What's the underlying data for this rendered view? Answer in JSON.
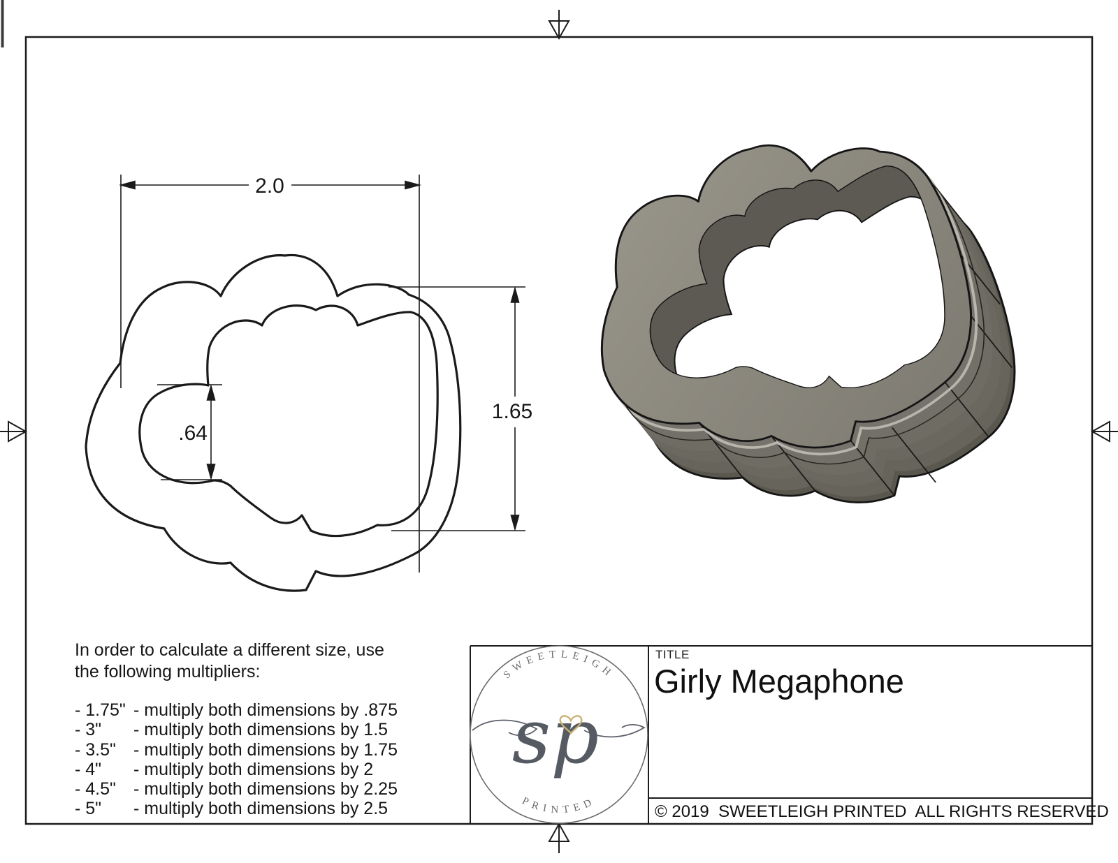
{
  "drawing": {
    "width_label": "2.0",
    "height_label": "1.65",
    "inner_label": ".64"
  },
  "instructions": {
    "intro_line1": "In order to calculate a different size, use",
    "intro_line2": "the following multipliers:",
    "multipliers": [
      {
        "size": "- 1.75\"",
        "rule": "- multiply both dimensions by .875"
      },
      {
        "size": "- 3\"",
        "rule": "- multiply both dimensions by 1.5"
      },
      {
        "size": "- 3.5\"",
        "rule": "- multiply both dimensions by 1.75"
      },
      {
        "size": "- 4\"",
        "rule": "- multiply both dimensions by 2"
      },
      {
        "size": "- 4.5\"",
        "rule": "- multiply both dimensions by 2.25"
      },
      {
        "size": "- 5\"",
        "rule": "- multiply both dimensions by 2.5"
      }
    ]
  },
  "title_block": {
    "title_label": "TITLE",
    "title": "Girly Megaphone",
    "copyright": "© 2019  SWEETLEIGH PRINTED  ALL RIGHTS RESERVED"
  },
  "logo": {
    "top_text": "SWEETLEIGH",
    "bottom_text": "PRINTED",
    "monogram": "sp",
    "heart_color": "#c9b273",
    "ink_color": "#5c6069"
  },
  "render_colors": {
    "ring_light": "#98958b",
    "ring_dark": "#7c7970",
    "wall_mid": "#6e6b63",
    "wall_back": "#5a574f",
    "inner_shadow": "#5d5a53",
    "line": "#151515"
  }
}
